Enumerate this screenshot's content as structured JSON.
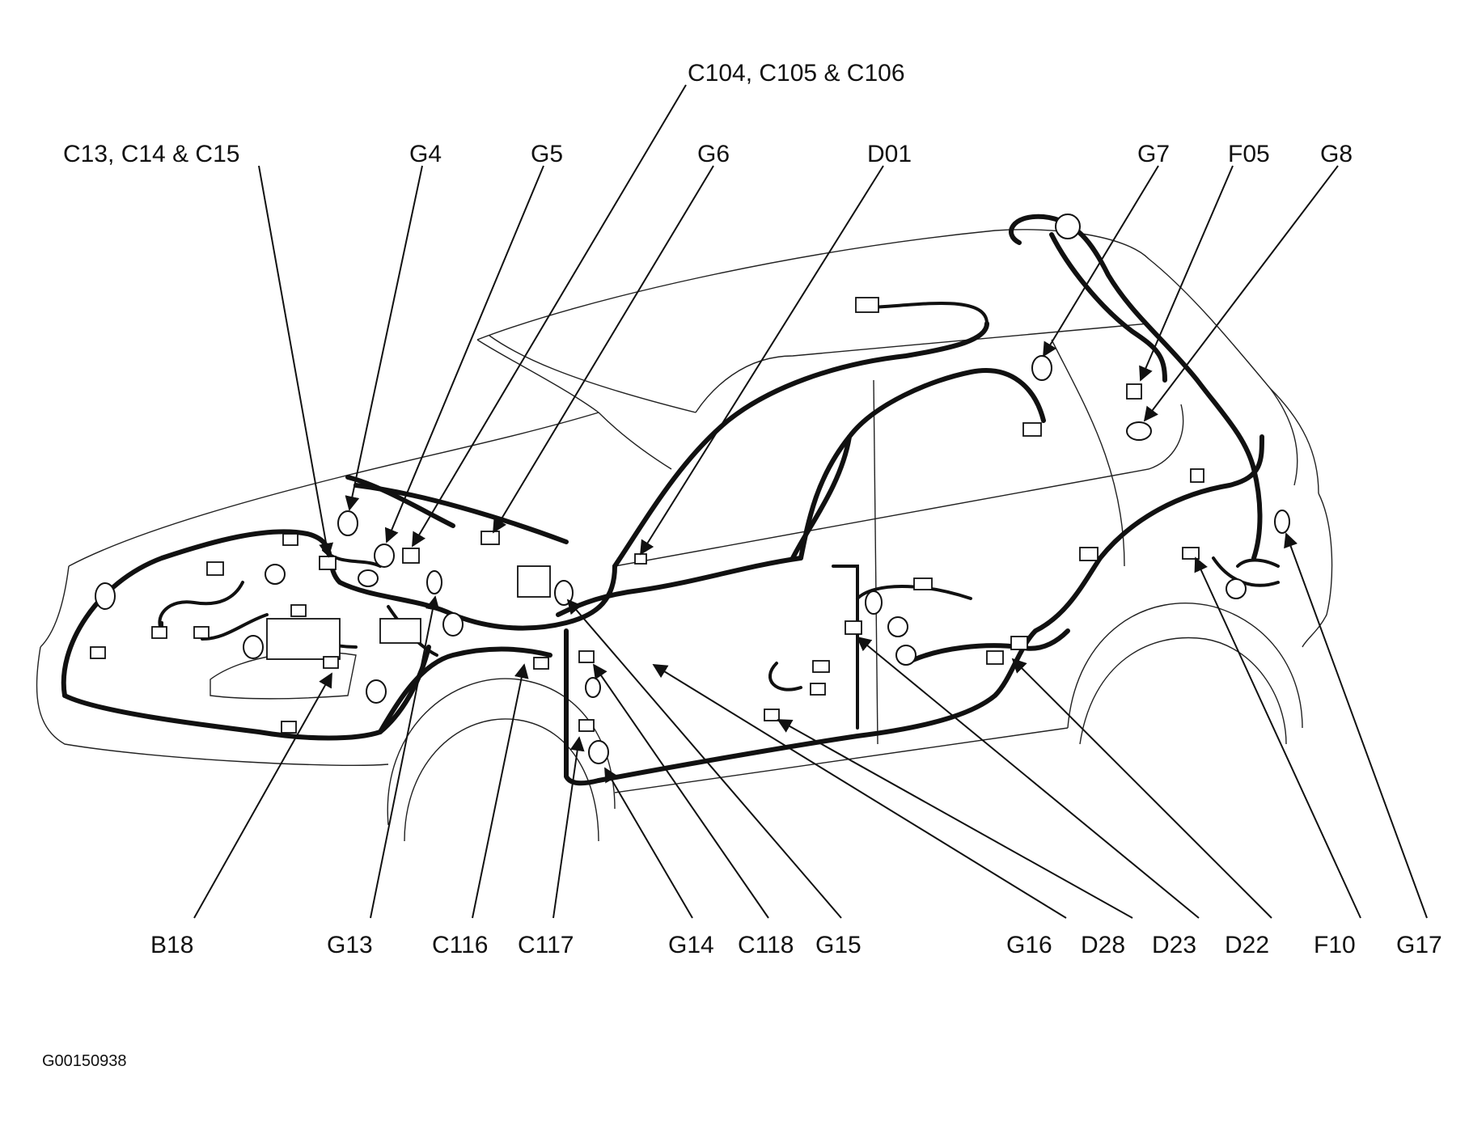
{
  "diagram_id": "G00150938",
  "callouts_top": [
    {
      "id": "C13, C14 & C15"
    },
    {
      "id": "G4"
    },
    {
      "id": "G5"
    },
    {
      "id": "C104, C105 & C106"
    },
    {
      "id": "G6"
    },
    {
      "id": "D01"
    },
    {
      "id": "G7"
    },
    {
      "id": "F05"
    },
    {
      "id": "G8"
    }
  ],
  "callouts_bottom": [
    {
      "id": "B18"
    },
    {
      "id": "G13"
    },
    {
      "id": "C116"
    },
    {
      "id": "C117"
    },
    {
      "id": "G14"
    },
    {
      "id": "C118"
    },
    {
      "id": "G15"
    },
    {
      "id": "G16"
    },
    {
      "id": "D28"
    },
    {
      "id": "D23"
    },
    {
      "id": "D22"
    },
    {
      "id": "F10"
    },
    {
      "id": "G17"
    }
  ]
}
